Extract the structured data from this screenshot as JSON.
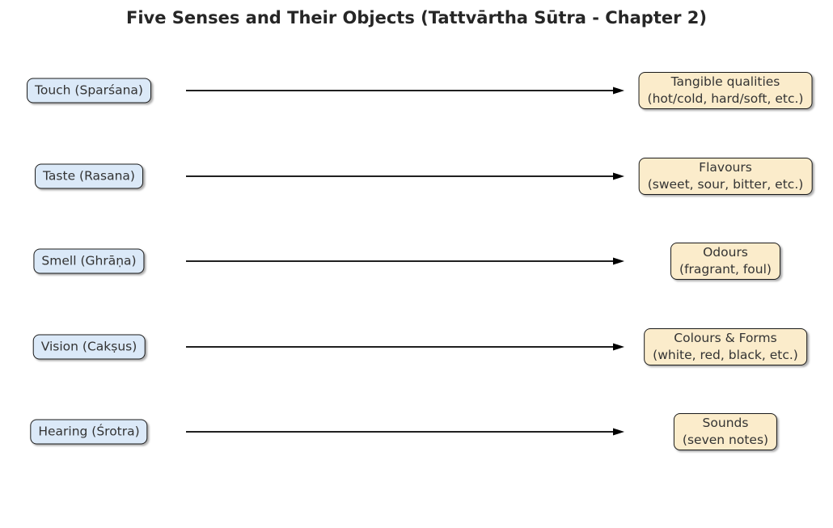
{
  "title": "Five Senses and Their Objects (Tattvārtha Sūtra - Chapter 2)",
  "colors": {
    "background": "#ffffff",
    "sense_fill": "#dbe9f8",
    "object_fill": "#fbeccb",
    "border": "#1a1a1a",
    "arrow": "#000000",
    "text": "#333333",
    "title_text": "#262626"
  },
  "rows": [
    {
      "sense": "Touch (Sparśana)",
      "object_line1": "Tangible qualities",
      "object_line2": "(hot/cold, hard/soft, etc.)"
    },
    {
      "sense": "Taste (Rasana)",
      "object_line1": "Flavours",
      "object_line2": "(sweet, sour, bitter, etc.)"
    },
    {
      "sense": "Smell (Ghrāṇa)",
      "object_line1": "Odours",
      "object_line2": "(fragrant, foul)"
    },
    {
      "sense": "Vision (Cakṣus)",
      "object_line1": "Colours & Forms",
      "object_line2": "(white, red, black, etc.)"
    },
    {
      "sense": "Hearing (Śrotra)",
      "object_line1": "Sounds",
      "object_line2": "(seven notes)"
    }
  ]
}
